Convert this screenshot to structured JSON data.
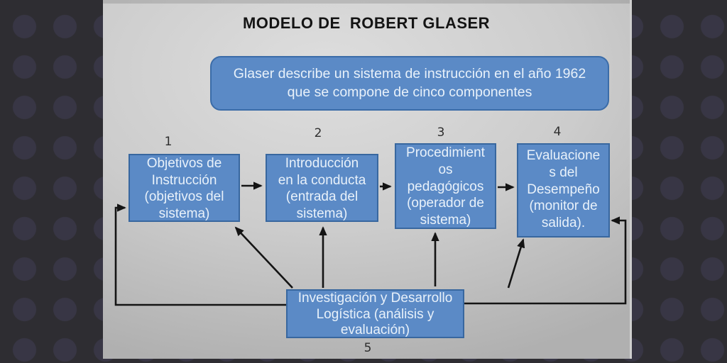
{
  "title": "MODELO DE  ROBERT GLASER",
  "intro": {
    "text": "Glaser describe un sistema de instrucción en el año 1962\nque se compone de cinco componentes"
  },
  "boxes": [
    {
      "number": "1",
      "label": "Objetivos de\nInstrucción\n(objetivos del\nsistema)"
    },
    {
      "number": "2",
      "label": "Introducción\nen la conducta\n(entrada del\nsistema)"
    },
    {
      "number": "3",
      "label": "Procedimient\nos\npedagógicos\n(operador de\nsistema)"
    },
    {
      "number": "4",
      "label": "Evaluacione\ns del\nDesempeño\n(monitor de\nsalida)."
    },
    {
      "number": "5",
      "label": "Investigación y Desarrollo\nLogística (análisis y\nevaluación)"
    }
  ],
  "connections": [
    {
      "from": "1",
      "to": "2",
      "type": "straight-arrow"
    },
    {
      "from": "2",
      "to": "3",
      "type": "straight-arrow"
    },
    {
      "from": "3",
      "to": "4",
      "type": "straight-arrow"
    },
    {
      "from": "5",
      "to": "1",
      "type": "elbow-arrow-left-loop"
    },
    {
      "from": "5",
      "to": "1",
      "type": "diagonal-arrow"
    },
    {
      "from": "5",
      "to": "2",
      "type": "vertical-arrow"
    },
    {
      "from": "5",
      "to": "3",
      "type": "vertical-arrow"
    },
    {
      "from": "5",
      "to": "4",
      "type": "diagonal-arrow"
    },
    {
      "from": "5",
      "to": "4",
      "type": "elbow-arrow-right-loop"
    }
  ],
  "colors": {
    "bg_dark": "#2e2d32",
    "bg_circle": "#383645",
    "slide_light": "#dedede",
    "slide_dark": "#b0b0b0",
    "box_fill": "#5b8ac6",
    "box_border": "#38679f",
    "box_text": "#e8f1fa",
    "ink": "#141414",
    "num": "#2e2e2e"
  }
}
